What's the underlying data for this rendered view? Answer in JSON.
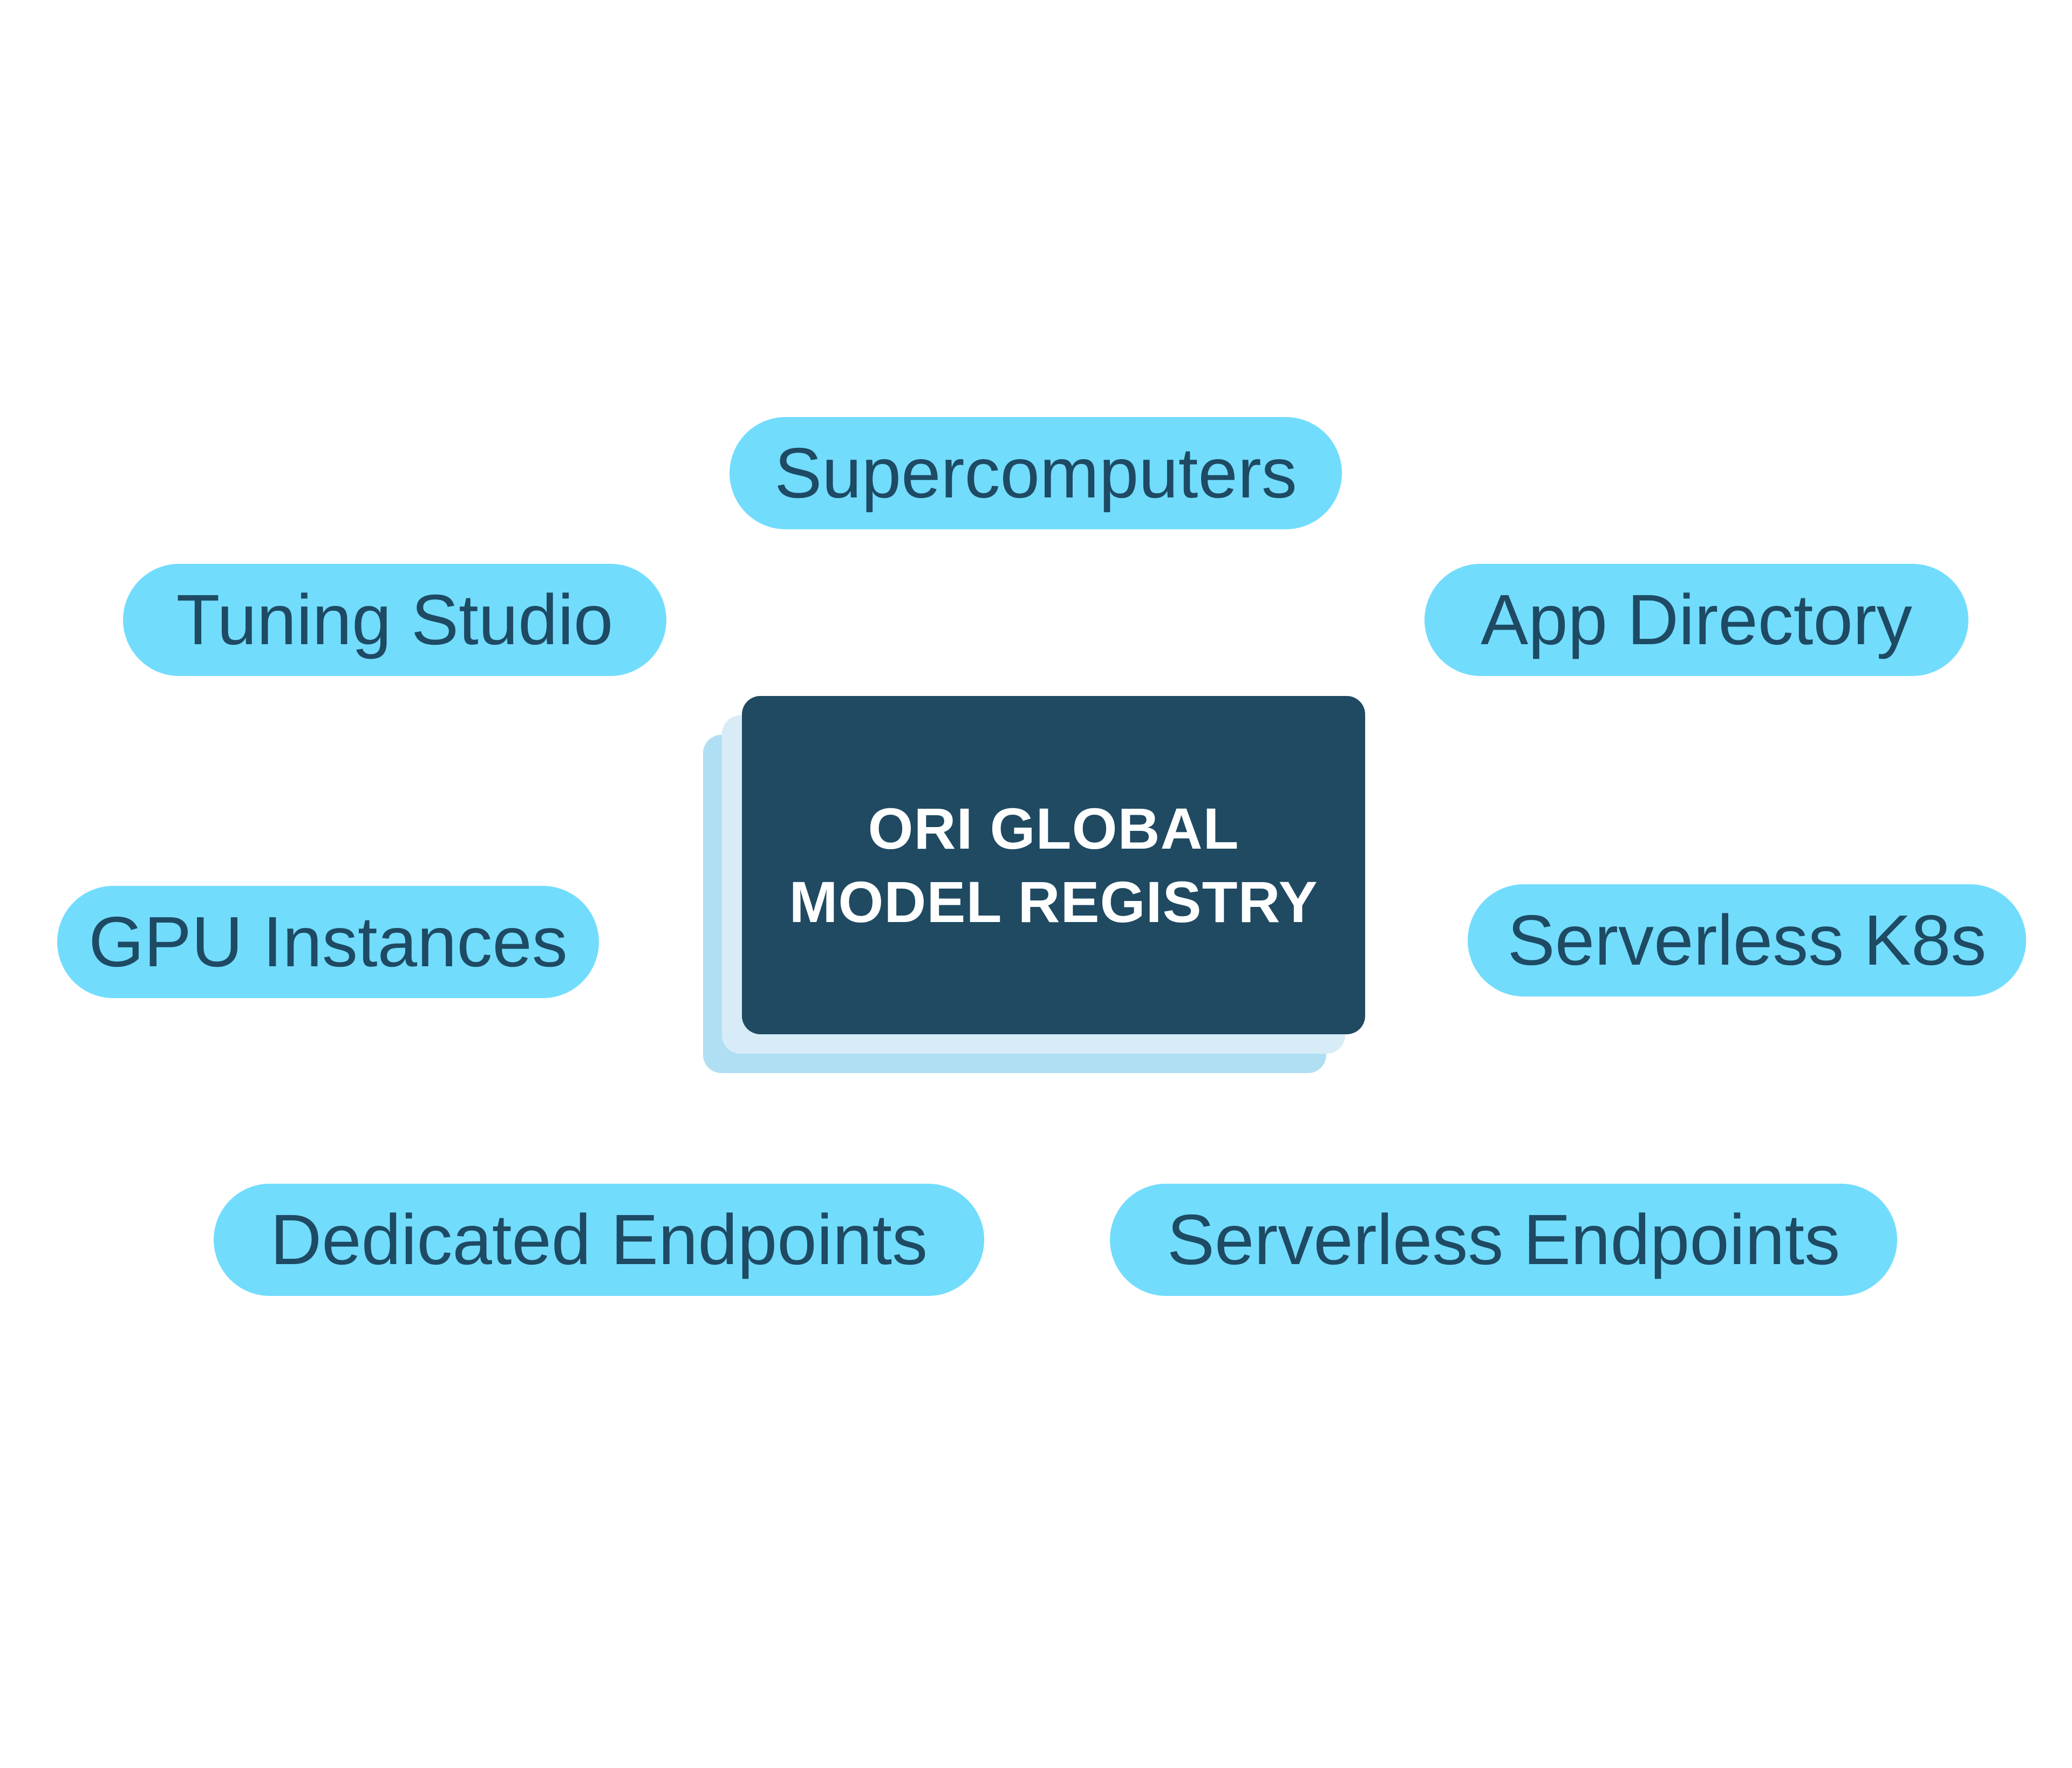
{
  "center": {
    "line1": "ORI GLOBAL",
    "line2": "MODEL REGISTRY"
  },
  "nodes": {
    "supercomputers": "Supercomputers",
    "tuning_studio": "Tuning Studio",
    "app_directory": "App Directory",
    "gpu_instances": "GPU Instances",
    "serverless_k8s": "Serverless K8s",
    "dedicated_endpoints": "Dedicated Endpoints",
    "serverless_endpoints": "Serverless Endpoints"
  },
  "colors": {
    "pill": "#72dcfd",
    "pill_text": "#1e4a63",
    "center_box": "#1f4a62",
    "stack_light": "#d7ecf7",
    "stack_mid": "#b0dff3",
    "background": "#ffffff"
  }
}
